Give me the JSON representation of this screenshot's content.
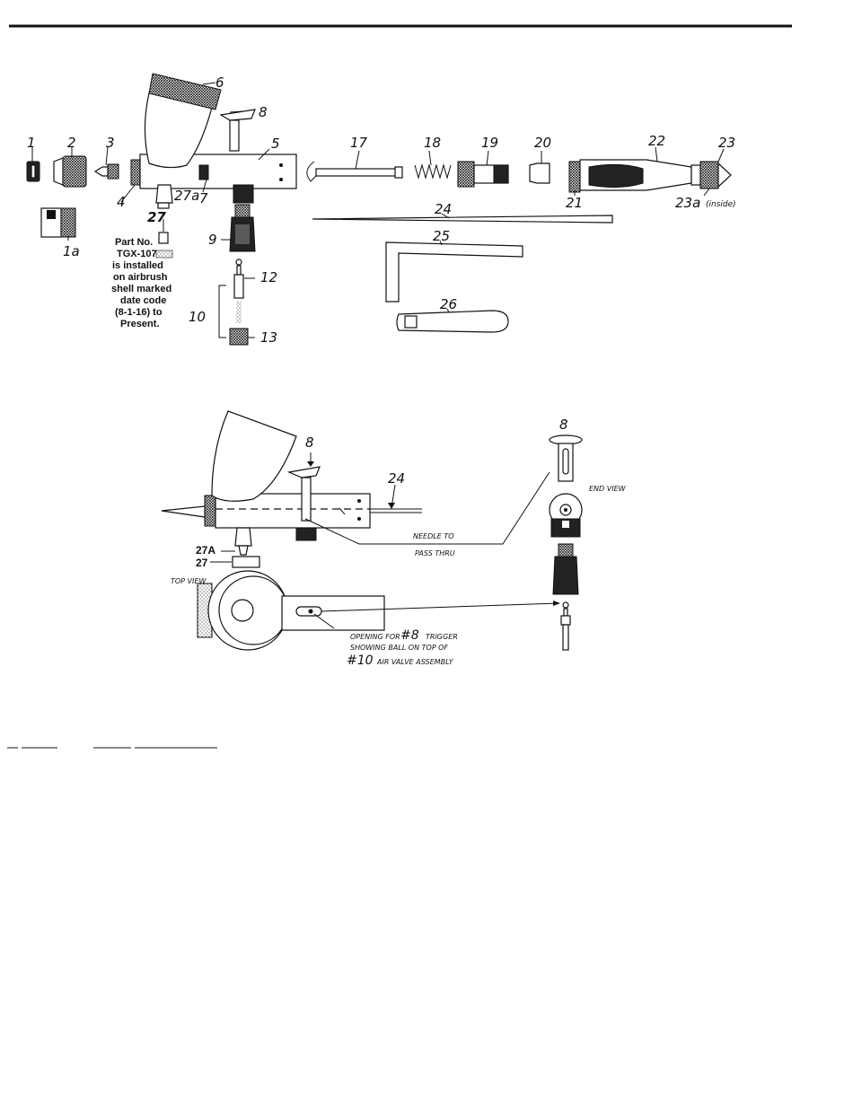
{
  "exploded_view": {
    "callouts": [
      "1",
      "1a",
      "2",
      "3",
      "4",
      "5",
      "6",
      "7",
      "8",
      "9",
      "10",
      "12",
      "13",
      "17",
      "18",
      "19",
      "20",
      "21",
      "22",
      "23",
      "23a",
      "(inside)",
      "24",
      "25",
      "26",
      "27",
      "27a"
    ],
    "note_lines": [
      "Part No.",
      "TGX-107",
      "is installed",
      "on airbrush",
      "shell marked",
      "date code",
      "(8-1-16) to",
      "Present."
    ]
  },
  "assembly_view": {
    "labels": {
      "trigger": "8",
      "needle": "24",
      "nozzle_cap_upper": "27A",
      "nozzle_cap_lower": "27",
      "top_view": "TOP VIEW",
      "end_view": "END VIEW",
      "end_trigger": "8",
      "needle_note_1": "NEEDLE TO",
      "needle_note_2": "PASS THRU",
      "opening_1a": "OPENING FOR",
      "opening_1b": "#8",
      "opening_1c": "TRIGGER",
      "opening_2": "SHOWING BALL ON TOP OF",
      "opening_3a": "#10",
      "opening_3b": "AIR VALVE ASSEMBLY"
    }
  }
}
